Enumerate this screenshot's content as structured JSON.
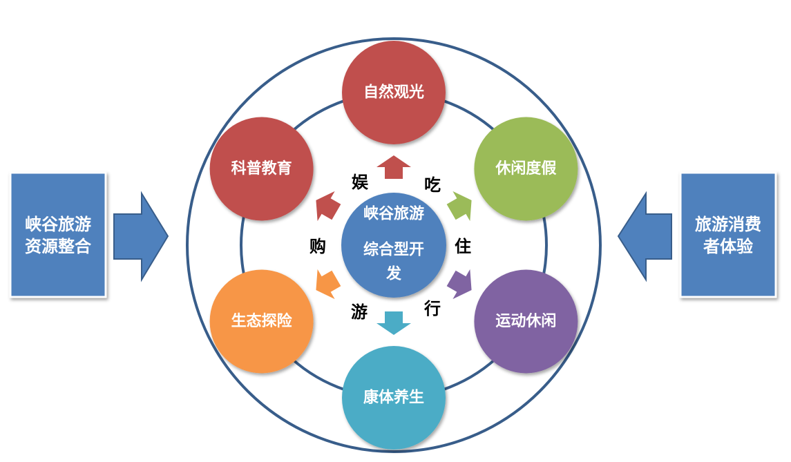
{
  "left_box": {
    "line1": "峡谷旅游",
    "line2": "资源整合"
  },
  "right_box": {
    "line1": "旅游消费",
    "line2": "者体验"
  },
  "center": {
    "line1": "峡谷旅游",
    "line2": "综合型开",
    "line3": "发"
  },
  "nodes": [
    {
      "label": "自然观光",
      "color": "#c0504d"
    },
    {
      "label": "休闲度假",
      "color": "#9bbb59"
    },
    {
      "label": "运动休闲",
      "color": "#8064a2"
    },
    {
      "label": "康体养生",
      "color": "#4bacc6"
    },
    {
      "label": "生态探险",
      "color": "#f79646"
    },
    {
      "label": "科普教育",
      "color": "#c0504d"
    }
  ],
  "elements": [
    "娱",
    "吃",
    "住",
    "行",
    "游",
    "购"
  ],
  "colors": {
    "ring": "#385d8a",
    "box": "#4f81bd",
    "center": "#4f81bd"
  }
}
